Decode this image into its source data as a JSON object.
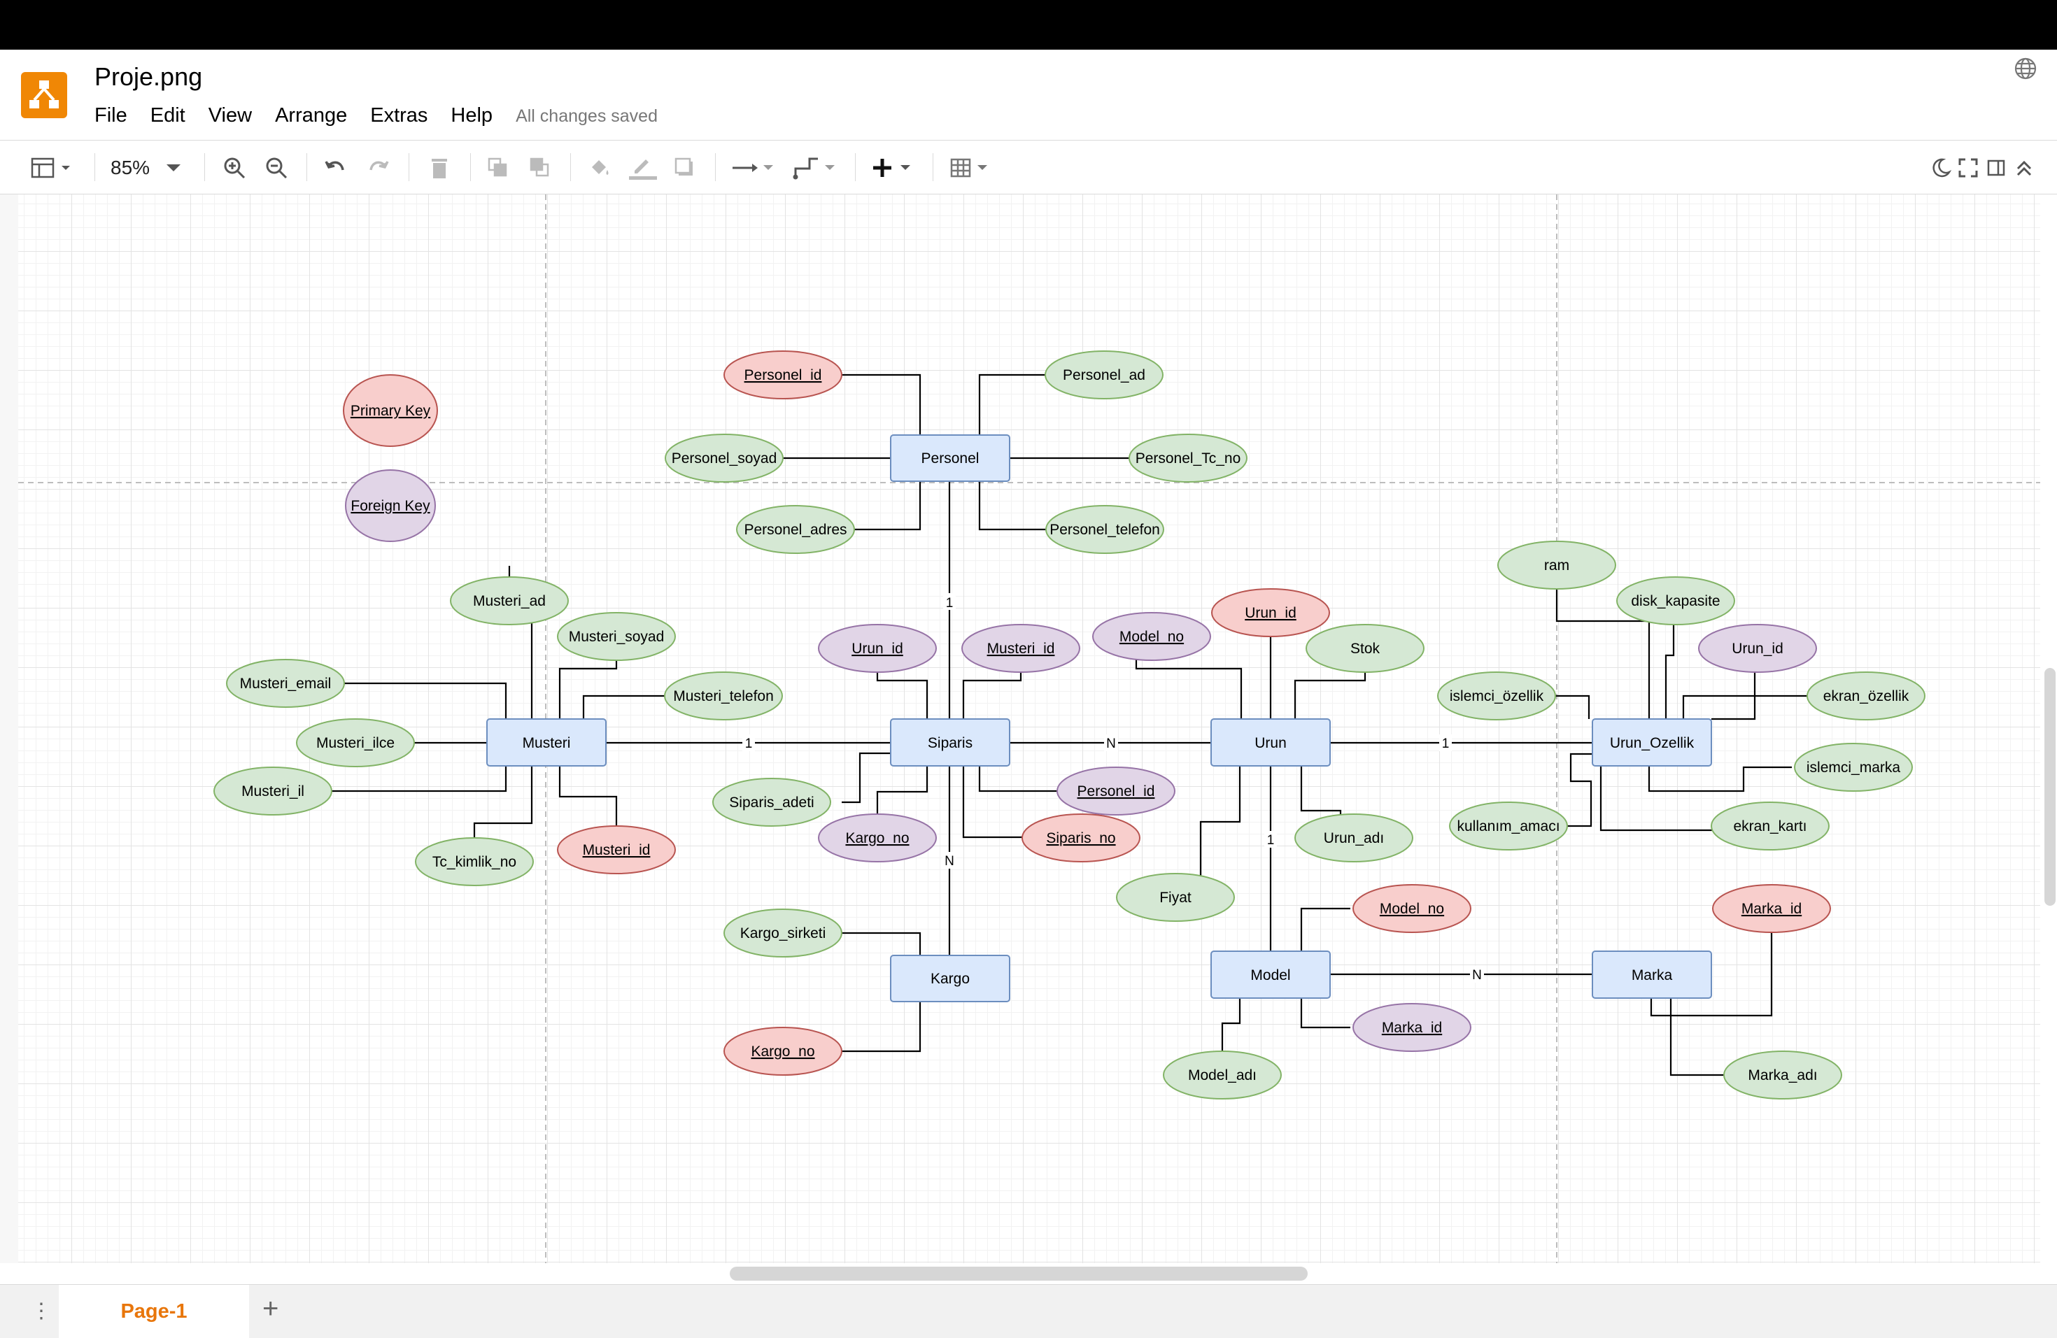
{
  "window": {
    "title": "Proje.png",
    "save_status": "All changes saved"
  },
  "menu": [
    "File",
    "Edit",
    "View",
    "Arrange",
    "Extras",
    "Help"
  ],
  "toolbar": {
    "zoom": "85%",
    "tools": [
      "format-panel-icon",
      "zoom-in-icon",
      "zoom-out-icon",
      "undo-icon",
      "redo-icon",
      "delete-icon",
      "to-front-icon",
      "to-back-icon",
      "fill-color-icon",
      "line-color-icon",
      "shadow-icon",
      "connection-icon",
      "waypoints-icon",
      "insert-icon",
      "table-icon"
    ],
    "right_tools": [
      "dark-mode-icon",
      "fullscreen-icon",
      "format-toggle-icon",
      "collapse-icon"
    ]
  },
  "legend": {
    "primary_key": "Primary Key",
    "foreign_key": "Foreign Key"
  },
  "entities": {
    "personel": "Personel",
    "musteri": "Musteri",
    "siparis": "Siparis",
    "urun": "Urun",
    "urun_ozellik": "Urun_Ozellik",
    "kargo": "Kargo",
    "model": "Model",
    "marka": "Marka"
  },
  "attributes": {
    "personel_id": "Personel_id",
    "personel_ad": "Personel_ad",
    "personel_soyad": "Personel_soyad",
    "personel_tc_no": "Personel_Tc_no",
    "personel_adres": "Personel_adres",
    "personel_telefon": "Personel_telefon",
    "musteri_ad": "Musteri_ad",
    "musteri_soyad": "Musteri_soyad",
    "musteri_email": "Musteri_email",
    "musteri_telefon": "Musteri_telefon",
    "musteri_ilce": "Musteri_ilce",
    "musteri_il": "Musteri_il",
    "tc_kimlik_no": "Tc_kimlik_no",
    "musteri_id_pk": "Musteri_id",
    "siparis_urun_id": "Urun_id",
    "siparis_musteri_id": "Musteri_id",
    "siparis_adeti": "Siparis_adeti",
    "siparis_kargo_no": "Kargo_no",
    "siparis_personel_id": "Personel_id",
    "siparis_no": "Siparis_no",
    "urun_model_no": "Model_no",
    "urun_id": "Urun_id",
    "stok": "Stok",
    "urun_adi": "Urun_adı",
    "fiyat": "Fiyat",
    "ram": "ram",
    "disk_kapasite": "disk_kapasite",
    "ozellik_urun_id": "Urun_id",
    "islemci_ozellik": "islemci_özellik",
    "ekran_ozellik": "ekran_özellik",
    "islemci_marka": "islemci_marka",
    "kullanim_amaci": "kullanım_amacı",
    "ekran_karti": "ekran_kartı",
    "kargo_sirketi": "Kargo_sirketi",
    "kargo_no": "Kargo_no",
    "model_no": "Model_no",
    "model_marka_id": "Marka_id",
    "model_adi": "Model_adı",
    "marka_id": "Marka_id",
    "marka_adi": "Marka_adı"
  },
  "cardinalities": {
    "personel_siparis": "1",
    "musteri_siparis": "1",
    "siparis_urun": "N",
    "urun_ozellik": "1",
    "siparis_kargo": "N",
    "urun_model": "1",
    "model_marka": "N"
  },
  "colors": {
    "entity_fill": "#dae8fc",
    "entity_stroke": "#6c8ebf",
    "pk_fill": "#f8cecc",
    "pk_stroke": "#b85450",
    "fk_fill": "#e1d5e7",
    "fk_stroke": "#9673a6",
    "attr_fill": "#d5e8d4",
    "attr_stroke": "#82b366",
    "accent": "#f08705"
  },
  "pages": {
    "active": "Page-1"
  }
}
